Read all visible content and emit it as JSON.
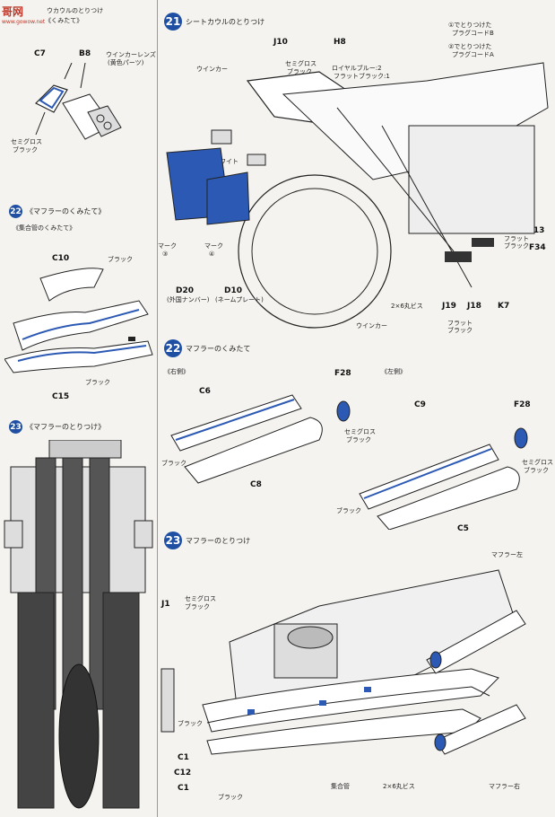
{
  "watermark": {
    "site": "哥网",
    "url": "www.gowow.net"
  },
  "left_col": {
    "top_title": "ウカウルのとりつけ",
    "top_sub": "《くみたて》",
    "top_parts": {
      "c7": "C7",
      "b8": "B8"
    },
    "lens_label": [
      "ウインカーレンズ",
      "(黄色パーツ)"
    ],
    "semigloss_black": [
      "セミグロス",
      "ブラック"
    ],
    "step22": {
      "num": "22",
      "title": "《マフラーのくみたて》",
      "sub": "《集合管のくみたて》"
    },
    "c10": "C10",
    "c15": "C15",
    "black": "ブラック",
    "step23": {
      "num": "23",
      "title": "《マフラーのとりつけ》"
    }
  },
  "step21": {
    "num": "21",
    "title": "シートカウルのとりつけ",
    "j10": "J10",
    "h8": "H8",
    "semigloss_black": [
      "セミグロス",
      "ブラック"
    ],
    "royal_blue": [
      "ロイヤルブルー:2",
      "フラットブラック:1"
    ],
    "plug_b": [
      "①でとりつけた",
      "プラグコードB"
    ],
    "plug_a": [
      "②でとりつけた",
      "プラグコードA"
    ],
    "winker": "ウインカー",
    "white": "ホワイト",
    "mark3": [
      "マーク",
      "③"
    ],
    "mark4": [
      "マーク",
      "④"
    ],
    "d20": "D20",
    "d20_sub": "(外国ナンバー)",
    "d10": "D10",
    "d10_sub": "(ネームプレート)",
    "b13": "B13",
    "flat_black": [
      "フラット",
      "ブラック"
    ],
    "f34": "F34",
    "k7": "K7",
    "screw": "2×6丸ビス",
    "j19": "J19",
    "j18": "J18",
    "winker2": "ウインカー"
  },
  "step22": {
    "num": "22",
    "title": "マフラーのくみたて",
    "right_side": "《右側》",
    "left_side": "《左側》",
    "c6": "C6",
    "f28a": "F28",
    "c8": "C8",
    "c9": "C9",
    "f28b": "F28",
    "c5": "C5",
    "semigloss_black": [
      "セミグロス",
      "ブラック"
    ],
    "black": "ブラック"
  },
  "step23": {
    "num": "23",
    "title": "マフラーのとりつけ",
    "muffler_left": "マフラー左",
    "j1": "J1",
    "semigloss_black": [
      "セミグロス",
      "ブラック"
    ],
    "black": "ブラック",
    "c1a": "C1",
    "c12": "C12",
    "c1b": "C1",
    "header": "集合管",
    "screw": "2×6丸ビス",
    "muffler_right": "マフラー右"
  }
}
